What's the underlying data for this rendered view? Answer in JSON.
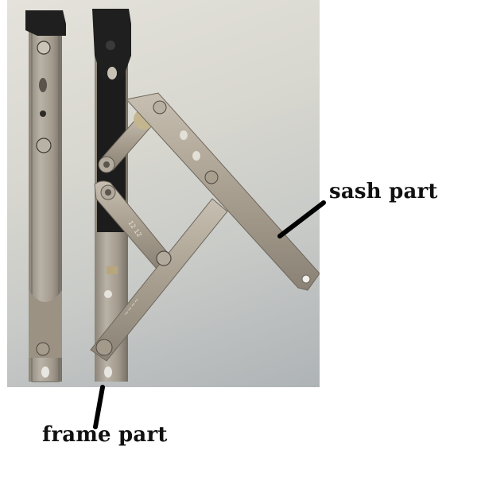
{
  "image": {
    "subject": "window friction stay hinge",
    "background_color": "#d9d8d0",
    "page_background": "#ffffff"
  },
  "annotations": {
    "sash_label": "sash part",
    "frame_label": "frame part",
    "label_color": "#111111",
    "pointer_color": "#000000"
  },
  "stamped_marks": {
    "link_marking": "12 12"
  }
}
